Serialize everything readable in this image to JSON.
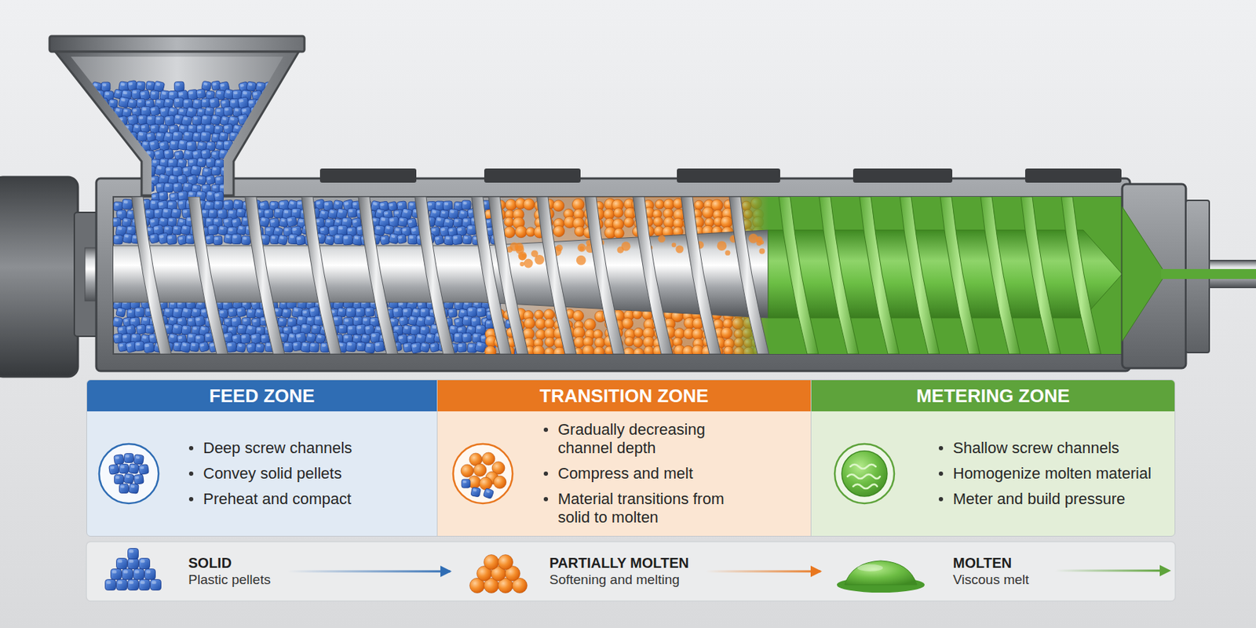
{
  "diagram": {
    "nodes": [
      {
        "text": [
          "FEED ZONE",
          "Deep screw channels",
          "Convey solid pellets",
          "Preheat and compact"
        ]
      },
      {
        "text": [
          "TRANSITION ZONE",
          "Gradually decreasing channel depth",
          "Compress and melt",
          "Material transitions from solid to molten"
        ]
      },
      {
        "text": [
          "METERING ZONE",
          "Shallow screw channels",
          "Homogenize molten material",
          "Meter and build pressure"
        ]
      },
      {
        "text": [
          "SOLID",
          "Plastic pellets"
        ]
      },
      {
        "text": [
          "PARTIALLY MOLTEN",
          "Softening and melting"
        ]
      },
      {
        "text": [
          "MOLTEN",
          "Viscous melt"
        ]
      }
    ],
    "edges": [
      {
        "from": 3,
        "to": 4,
        "arrow": "to"
      },
      {
        "from": 4,
        "to": 5,
        "arrow": "to"
      }
    ]
  }
}
